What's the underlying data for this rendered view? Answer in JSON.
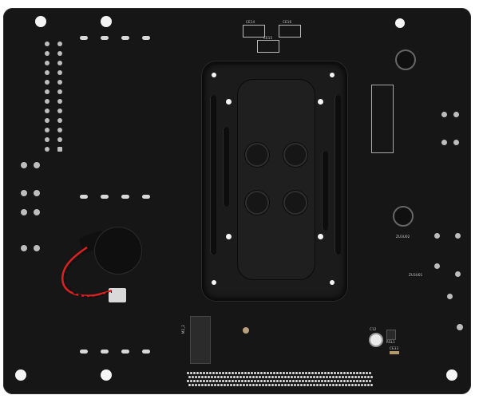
{
  "image": {
    "subject": "Motherboard rear side (back of PCB)",
    "colors": {
      "pcb": "#161616",
      "background": "#ffffff",
      "bracket": "#1b1b1b",
      "battery_wire_red": "#e02020",
      "battery_wire_black": "#101010",
      "pads": "#bdbdbd"
    }
  },
  "labels": {
    "top_caps": [
      "CE14",
      "CE15",
      "CE16"
    ],
    "right_mid_1": "ZU3U02",
    "right_mid_2": "ZU3U01",
    "m2_slot": "M2_2",
    "bottom_right_cap": "C12",
    "bottom_right_ic": "RSL1",
    "bottom_right_cap2": "CE33"
  },
  "components": {
    "cpu_backplate": "CPU retention backplate with four mounting standoffs",
    "cmos_battery": "Coin cell battery holder",
    "battery_cable": "Red/black twisted pair cable to small connector",
    "m2_connector_back": "M.2 slot solder pads",
    "pcie_slot_pins": "Expansion slot pin rows along bottom edge"
  }
}
